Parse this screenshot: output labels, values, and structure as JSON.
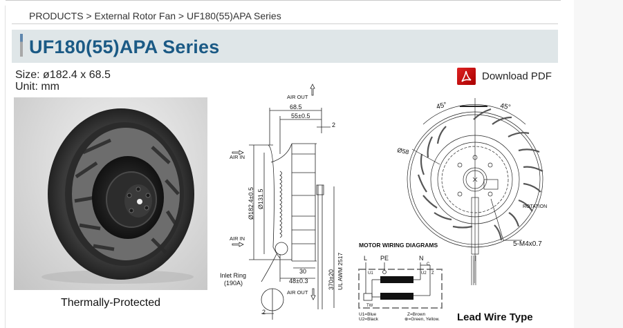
{
  "breadcrumb": {
    "items": [
      "PRODUCTS",
      "External Rotor Fan",
      "UF180(55)APA Series"
    ],
    "separator": ">",
    "text": "PRODUCTS > External Rotor Fan > UF180(55)APA Series"
  },
  "page": {
    "title": "UF180(55)APA Series",
    "size_label": "Size: ø182.4 x 68.5",
    "unit_label": "Unit: mm",
    "title_color": "#1b5a85",
    "title_bar_color": "#dfe6e8"
  },
  "download": {
    "label": "Download PDF",
    "icon": "pdf-icon",
    "icon_color": "#cc1111"
  },
  "photo": {
    "caption": "Thermally-Protected"
  },
  "side_drawing": {
    "air_out_top": "AIR OUT",
    "air_in_top": "AIR IN",
    "air_in_bottom": "AIR IN",
    "air_out_bottom": "AIR OUT",
    "dim_overall_width": "68.5",
    "dim_body_width": "55±0.5",
    "dim_offset": "2",
    "dim_diameter": "Ø182.4±0.5",
    "dim_inner_diameter": "Ø131.5",
    "dim_30": "30",
    "dim_48": "48±0.3",
    "dim_lead_length": "370±20",
    "lead_spec": "UL AWM 2517",
    "inlet_ring": "Inlet Ring",
    "inlet_ring_code": "(190A)",
    "detail_dim": "2"
  },
  "front_drawing": {
    "angle_left": "45°",
    "angle_right": "45°",
    "dim_hub": "Ø58",
    "rotation": "ROTATION",
    "screw_spec": "5-M4x0.7"
  },
  "wiring": {
    "title": "MOTOR WIRING DIAGRAMS",
    "terminal_l": "L",
    "terminal_pe": "PE",
    "terminal_n": "N",
    "capacitor": "C",
    "u1": "U1",
    "u2": "U2",
    "z": "Z",
    "tw": "TW",
    "legend_u1": "U1=Blue",
    "legend_u2": "U2=Black",
    "legend_z": "Z=Brown",
    "legend_ground": "⊕=Green, Yellow."
  },
  "lead_caption": "Lead Wire Type"
}
